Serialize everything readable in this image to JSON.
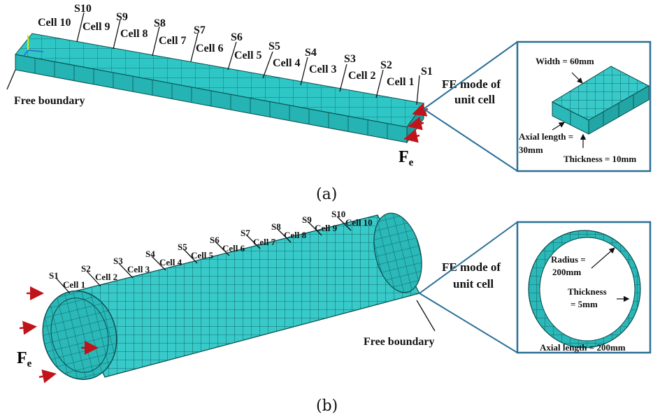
{
  "panel_a": {
    "caption": "(a)",
    "free_boundary": "Free boundary",
    "fe_mode": [
      "FE mode of",
      "unit cell"
    ],
    "force_main": "F",
    "force_sub": "e",
    "width_label": "Width = 60mm",
    "axial_label": [
      "Axial length =",
      "30mm"
    ],
    "thickness_label": "Thickness = 10mm",
    "sections": [
      "S1",
      "S2",
      "S3",
      "S4",
      "S5",
      "S6",
      "S7",
      "S8",
      "S9",
      "S10"
    ],
    "cells": [
      "Cell 1",
      "Cell 2",
      "Cell 3",
      "Cell 4",
      "Cell 5",
      "Cell 6",
      "Cell 7",
      "Cell 8",
      "Cell 9",
      "Cell 10"
    ]
  },
  "panel_b": {
    "caption": "(b)",
    "free_boundary": "Free boundary",
    "fe_mode": [
      "FE mode of",
      "unit cell"
    ],
    "force_main": "F",
    "force_sub": "e",
    "radius_label": [
      "Radius =",
      "200mm"
    ],
    "thickness_label": [
      "Thickness",
      "= 5mm"
    ],
    "axial_label": "Axial length = 200mm",
    "sections": [
      "S1",
      "S2",
      "S3",
      "S4",
      "S5",
      "S6",
      "S7",
      "S8",
      "S9",
      "S10"
    ],
    "cells": [
      "Cell 1",
      "Cell 2",
      "Cell 3",
      "Cell 4",
      "Cell 5",
      "Cell 6",
      "Cell 7",
      "Cell 8",
      "Cell 9",
      "Cell 10"
    ]
  },
  "colors": {
    "mesh_fill": "#2fc6c6",
    "mesh_dark": "#1c9b9b",
    "mesh_line": "#0a4b4b",
    "frame": "#2b6f96",
    "arrow": "#c0141b"
  }
}
